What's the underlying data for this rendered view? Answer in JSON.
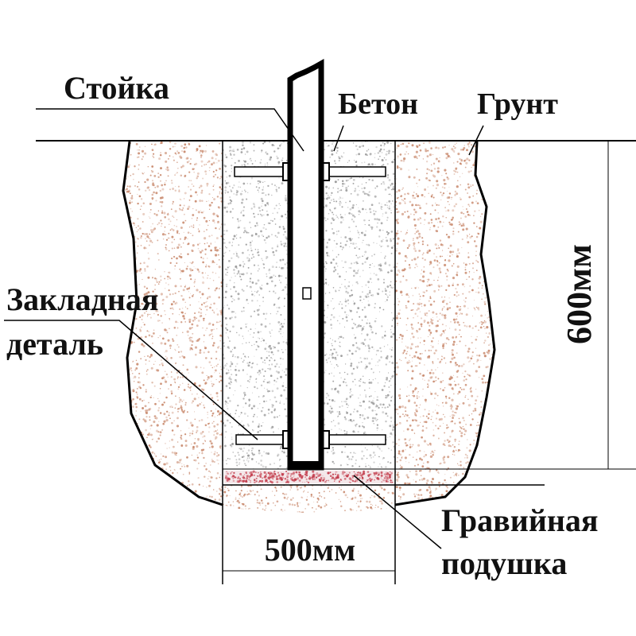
{
  "labels": {
    "post": "Стойка",
    "concrete": "Бетон",
    "soil": "Грунт",
    "embedded_line1": "Закладная",
    "embedded_line2": "деталь",
    "gravel_line1": "Гравийная",
    "gravel_line2": "подушка",
    "width_dim": "500мм",
    "depth_dim": "600мм"
  },
  "colors": {
    "soil_speckle": "#c98a6e",
    "concrete_speckle": "#9a9a9a",
    "gravel": "#c23a4a",
    "line": "#000000"
  }
}
